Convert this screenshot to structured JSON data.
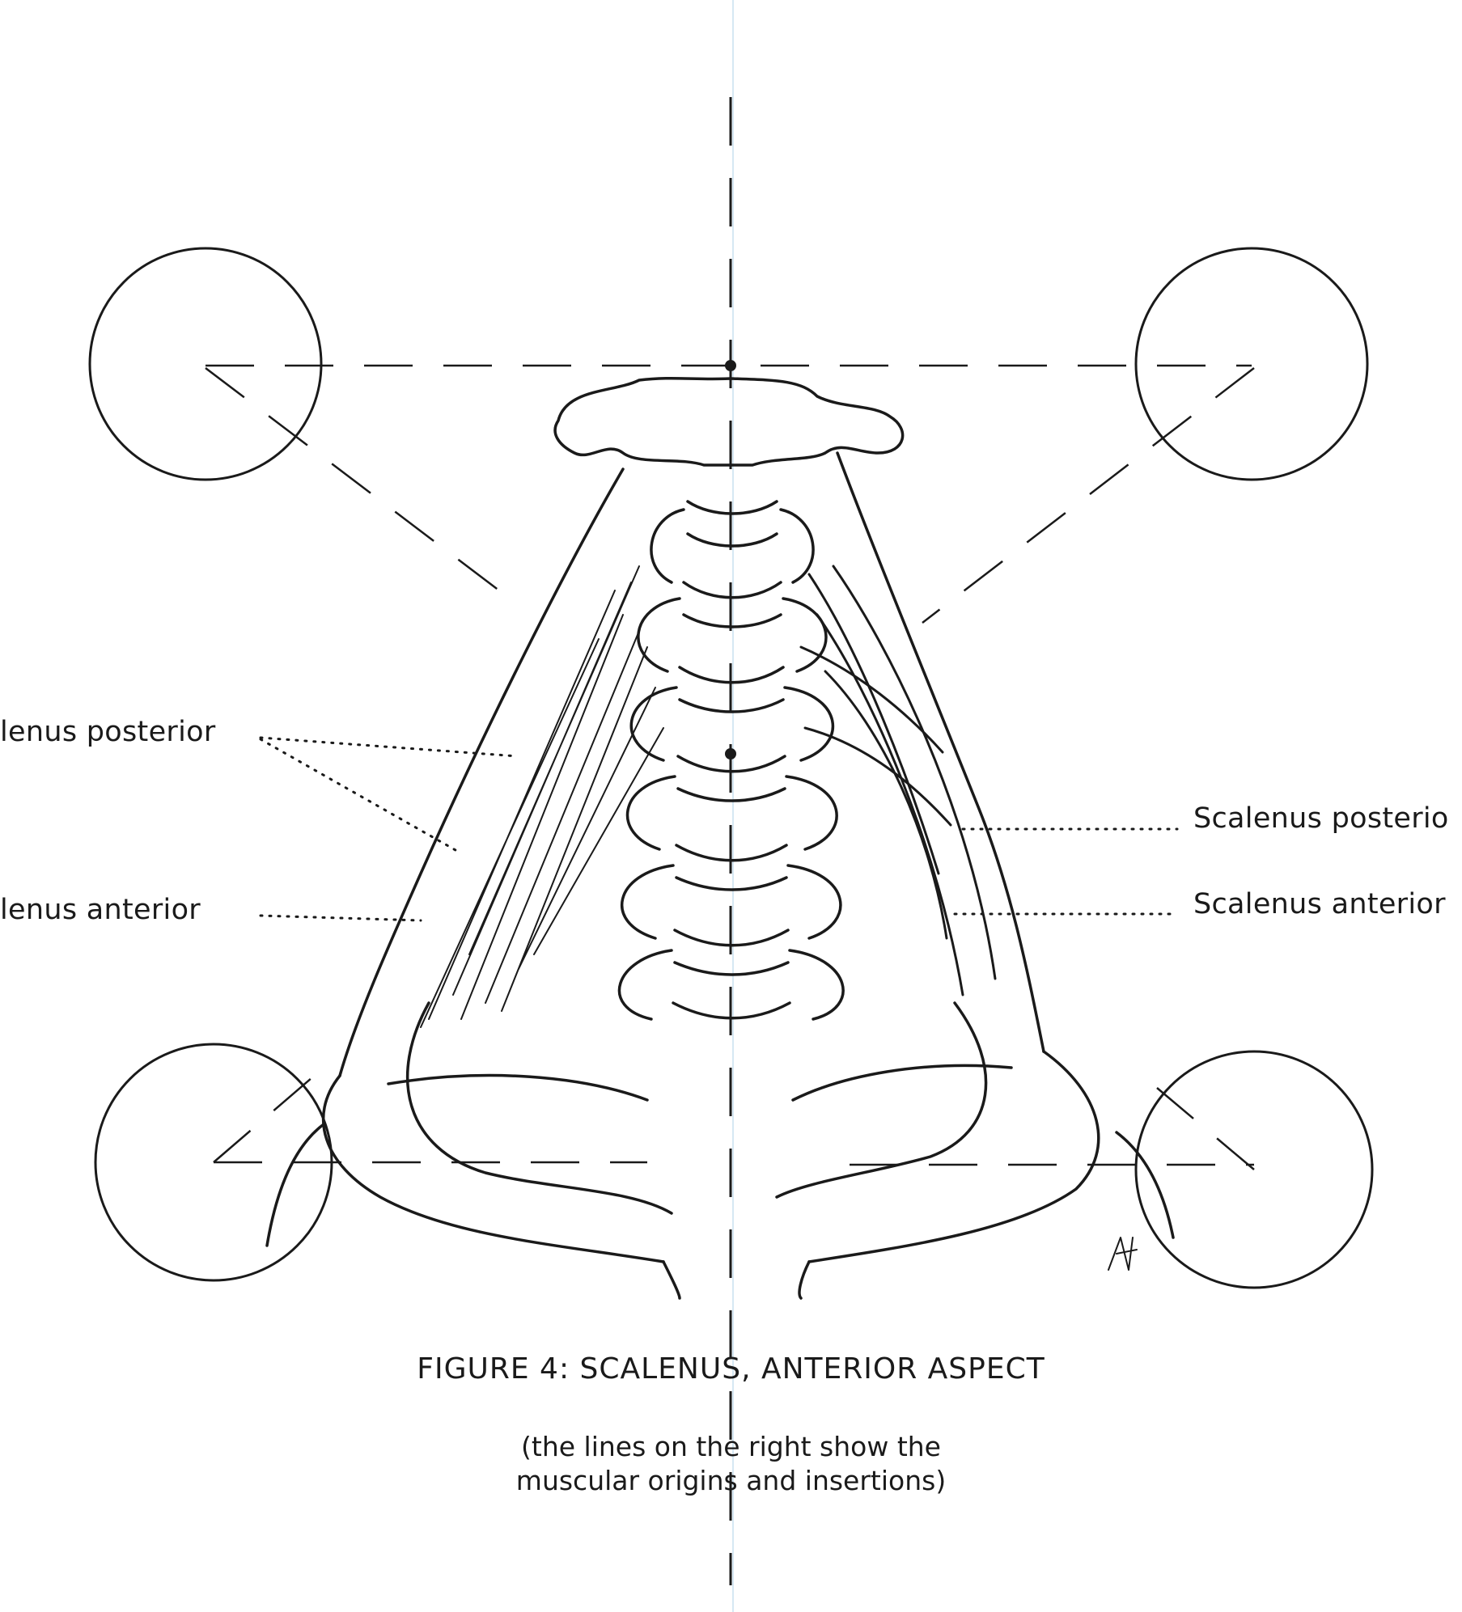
{
  "labels": {
    "left_posterior": "lenus posterior",
    "left_anterior": "lenus anterior",
    "right_posterior": "Scalenus posterio",
    "right_anterior": "Scalenus anterior"
  },
  "caption": {
    "title": "FIGURE 4: SCALENUS, ANTERIOR ASPECT",
    "subtitle_line1": "(the lines on the right show the",
    "subtitle_line2": "muscular origins and insertions)"
  },
  "colors": {
    "ink": "#1a1a1a",
    "guide": "#cfe3f0",
    "paper": "#ffffff"
  }
}
